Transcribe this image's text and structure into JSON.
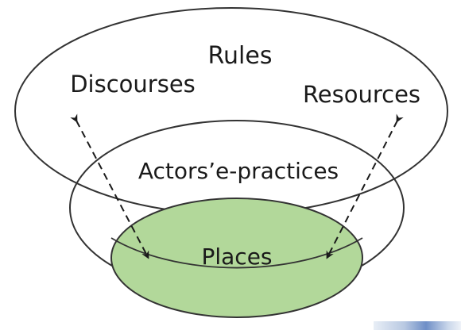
{
  "diagram": {
    "labels": {
      "rules": "Rules",
      "discourses": "Discourses",
      "resources": "Resources",
      "actors_practices": "Actors’e-practices",
      "places": "Places"
    },
    "colors": {
      "outline": "#333333",
      "places_fill": "#b2d89a",
      "arrow": "#1a1a1a",
      "background": "#ffffff"
    }
  }
}
